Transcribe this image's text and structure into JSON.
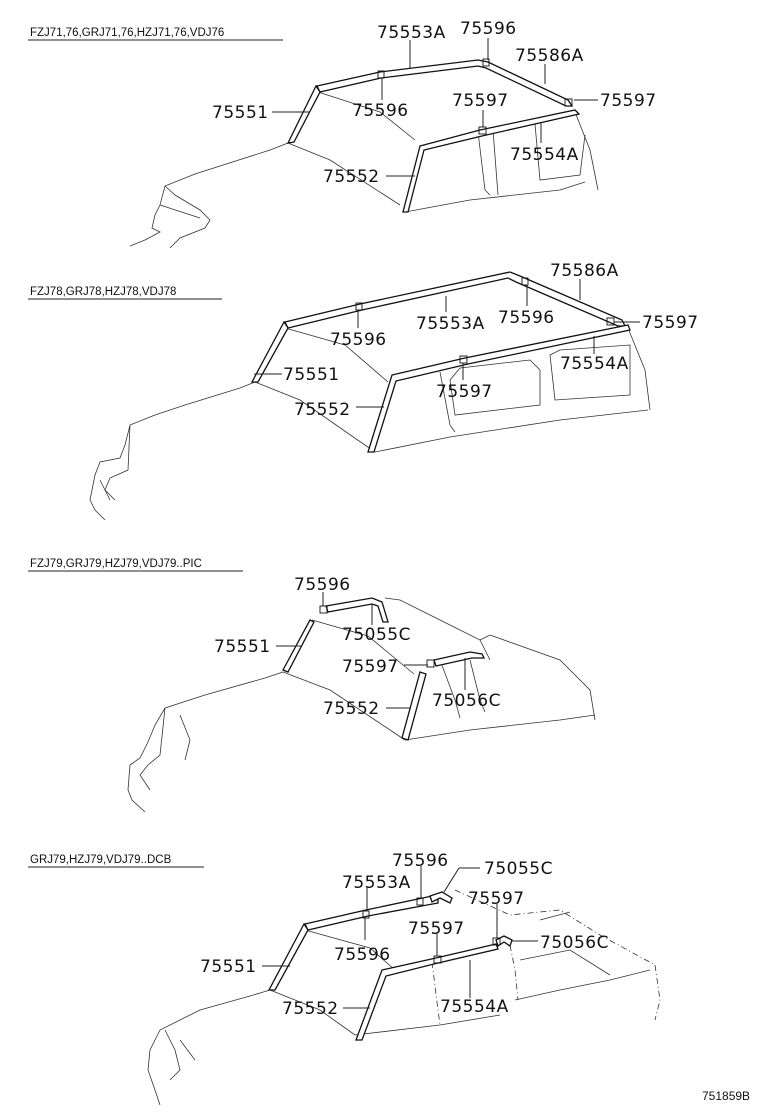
{
  "sections": [
    {
      "model_label": "FZJ71,76,GRJ71,76,HZJ71,76,VDJ76",
      "parts": [
        "75553A",
        "75596",
        "75586A",
        "75551",
        "75596",
        "75597",
        "75597",
        "75554A",
        "75552"
      ]
    },
    {
      "model_label": "FZJ78,GRJ78,HZJ78,VDJ78",
      "parts": [
        "75586A",
        "75596",
        "75553A",
        "75596",
        "75597",
        "75551",
        "75554A",
        "75552",
        "75597"
      ]
    },
    {
      "model_label": "FZJ79,GRJ79,HZJ79,VDJ79..PIC",
      "parts": [
        "75596",
        "75055C",
        "75551",
        "75597",
        "75056C",
        "75552"
      ]
    },
    {
      "model_label": "GRJ79,HZJ79,VDJ79..DCB",
      "parts": [
        "75596",
        "75055C",
        "75553A",
        "75597",
        "75596",
        "75597",
        "75056C",
        "75551",
        "75554A",
        "75552"
      ]
    }
  ],
  "figure_ref": "751859B"
}
